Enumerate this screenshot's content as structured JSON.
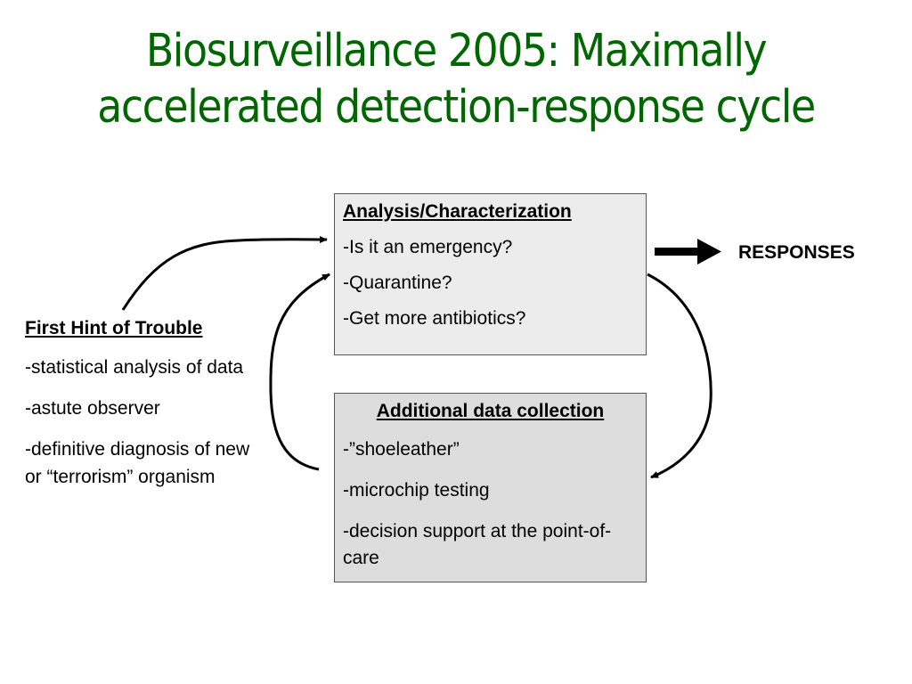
{
  "title": {
    "line1": "Biosurveillance 2005: Maximally",
    "line2": "accelerated detection-response cycle"
  },
  "analysis_box": {
    "heading": "Analysis/Characterization",
    "items": [
      "-Is it an emergency?",
      "-Quarantine?",
      "-Get more antibiotics?"
    ]
  },
  "additional_box": {
    "heading": "Additional data collection",
    "items": [
      "-”shoeleather”",
      "-microchip testing",
      "-decision support at the point-of-care"
    ]
  },
  "first_hint": {
    "heading": "First Hint of Trouble",
    "items": [
      "-statistical analysis of data",
      "-astute observer",
      "-definitive diagnosis of new or “terrorism” organism"
    ]
  },
  "responses_label": "RESPONSES",
  "colors": {
    "title": "#006600",
    "analysis_box_fill": "#ececec",
    "additional_box_fill": "#dddddd"
  }
}
